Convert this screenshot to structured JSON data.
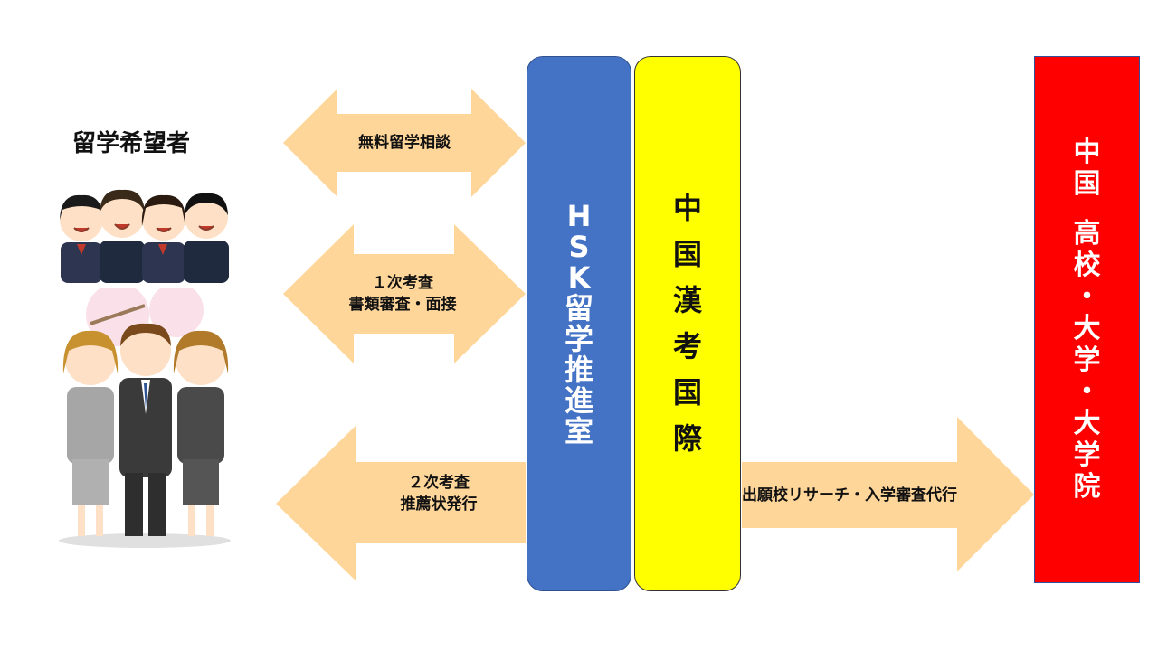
{
  "title": "留学希望者",
  "arrows": [
    {
      "label": "無料留学相談"
    },
    {
      "label": "１次考査\n書類審査・面接"
    },
    {
      "label": "２次考査\n推薦状発行"
    },
    {
      "label": "出願校リサーチ・入学審査代行"
    }
  ],
  "boxes": {
    "hsk": {
      "chars": [
        "H",
        "S",
        "K",
        "留",
        "学",
        "推",
        "進",
        "室"
      ]
    },
    "kanko": {
      "chars": [
        "中",
        "国",
        "漢",
        "考",
        "国",
        "際"
      ]
    },
    "china": {
      "chars": [
        "中",
        "国",
        "",
        "高",
        "校",
        "・",
        "大",
        "学",
        "・",
        "大",
        "学",
        "院"
      ]
    }
  },
  "colors": {
    "arrow_fill": "#ffd699",
    "hsk_box": "#4472c4",
    "kanko_box": "#ffff00",
    "china_box": "#ff0000"
  },
  "illustrations": [
    "students-group-illustration",
    "graduates-group-illustration"
  ]
}
